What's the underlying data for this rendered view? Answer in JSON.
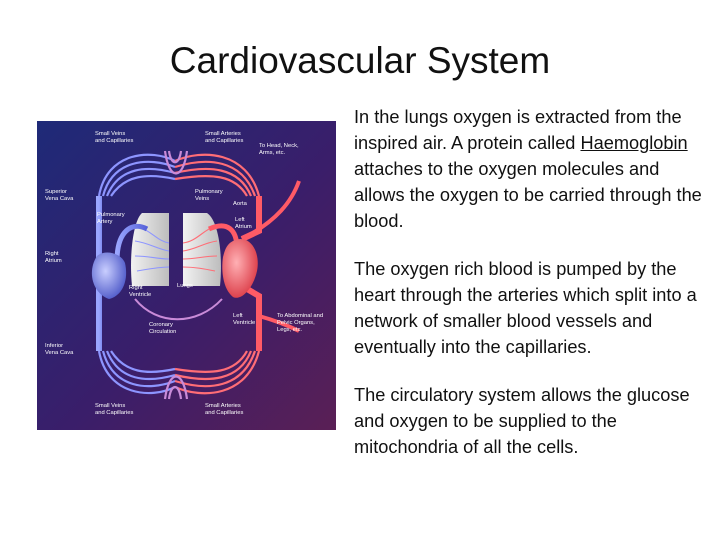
{
  "slide": {
    "title": "Cardiovascular System"
  },
  "diagram": {
    "labels": {
      "small_veins_top": "Small Veins",
      "capillaries_top_left": "and Capillaries",
      "small_arteries_top": "Small Arteries",
      "capillaries_top_right": "and Capillaries",
      "to_head_1": "To Head, Neck,",
      "to_head_2": "Arms, etc.",
      "superior_1": "Superior",
      "superior_2": "Vena Cava",
      "pulm_veins_1": "Pulmonary",
      "pulm_veins_2": "Veins",
      "aorta": "Aorta",
      "pulm_artery_1": "Pulmonary",
      "pulm_artery_2": "Artery",
      "left_atrium_1": "Left",
      "left_atrium_2": "Atrium",
      "right_atrium_1": "Right",
      "right_atrium_2": "Atrium",
      "lungs": "Lungs",
      "right_ventricle_1": "Right",
      "right_ventricle_2": "Ventricle",
      "coronary_1": "Coronary",
      "coronary_2": "Circulation",
      "left_ventricle_1": "Left",
      "left_ventricle_2": "Ventricle",
      "to_abdominal_1": "To Abdominal and",
      "to_abdominal_2": "Pelvic Organs,",
      "to_abdominal_3": "Legs, etc.",
      "inferior_1": "Inferior",
      "inferior_2": "Vena Cava",
      "small_veins_bottom": "Small Veins",
      "capillaries_bottom_left": "and Capillaries",
      "small_arteries_bottom": "Small Arteries",
      "capillaries_bottom_right": "and Capillaries"
    }
  },
  "body": {
    "p1_a": "In the lungs oxygen is extracted from the inspired air. A protein called ",
    "p1_link": "Haemoglobin",
    "p1_b": " attaches to the oxygen molecules and allows the oxygen to be carried through the blood.",
    "p2": "The oxygen rich blood is pumped by the heart through the arteries which split into a network of smaller blood vessels and eventually into the capillaries.",
    "p3": "The circulatory system allows the glucose and oxygen to be supplied to the mitochondria of all the cells."
  },
  "colors": {
    "background": "#ffffff",
    "diagram_bg": "#2a1f6e",
    "oxygenated": "#e8505a",
    "deoxygenated": "#4f5fc8",
    "lungs": "#d8d8d8"
  }
}
